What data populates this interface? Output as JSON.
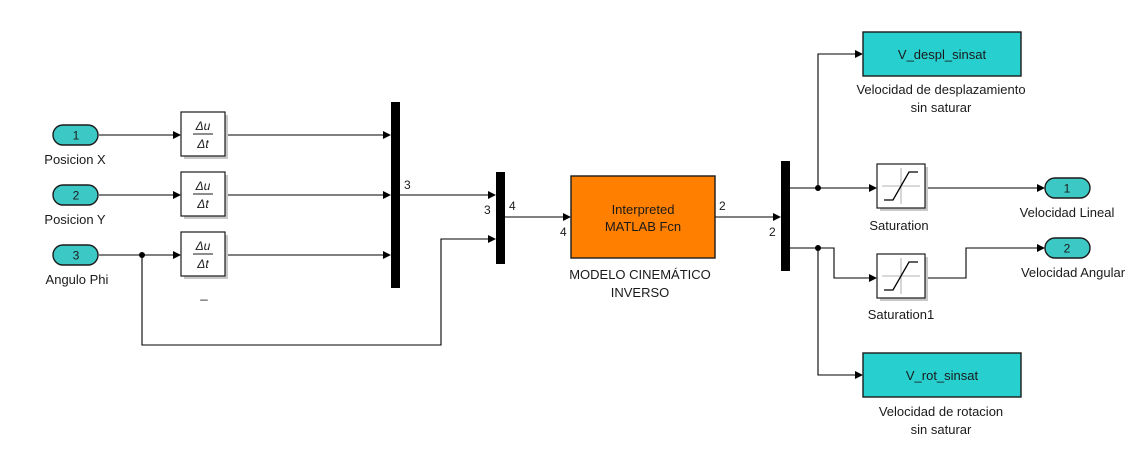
{
  "inports": [
    {
      "number": "1",
      "label": "Posicion X"
    },
    {
      "number": "2",
      "label": "Posicion Y"
    },
    {
      "number": "3",
      "label": "Angulo Phi"
    }
  ],
  "derivative": {
    "numerator": "Δu",
    "denominator": "Δt",
    "name": "_"
  },
  "mux1": {
    "output_width": "3"
  },
  "mux2": {
    "input_width_1": "3",
    "output_width": "4"
  },
  "fcn": {
    "line1": "Interpreted",
    "line2": "MATLAB Fcn",
    "name_line1": "MODELO CINEMÁTICO",
    "name_line2": "INVERSO",
    "input_width": "4",
    "output_width": "2"
  },
  "demux": {
    "input_width": "2"
  },
  "saturation": {
    "name": "Saturation"
  },
  "saturation1": {
    "name": "Saturation1"
  },
  "outports": [
    {
      "number": "1",
      "label": "Velocidad Lineal"
    },
    {
      "number": "2",
      "label": "Velocidad Angular"
    }
  ],
  "goto_blocks": [
    {
      "tag": "V_despl_sinsat",
      "caption_line1": "Velocidad de desplazamiento",
      "caption_line2": "sin saturar"
    },
    {
      "tag": "V_rot_sinsat",
      "caption_line1": "Velocidad de rotacion",
      "caption_line2": "sin saturar"
    }
  ],
  "colors": {
    "port_fill": "#3cc8c4",
    "goto_fill": "#28cfcf",
    "fcn_fill": "#ff8000",
    "line": "#000000"
  }
}
